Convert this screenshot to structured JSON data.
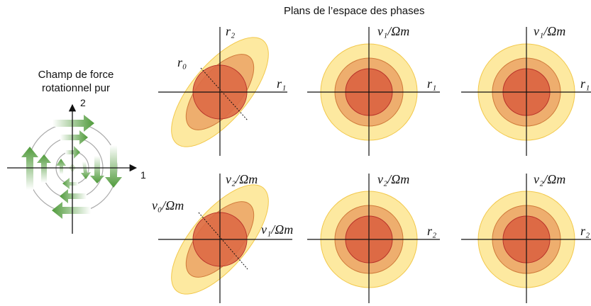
{
  "phase_space": {
    "title": "Plans de l’espace des phases"
  },
  "force_field": {
    "title_line1": "Champ de force",
    "title_line2": "rotationnel pur",
    "axis_x": "1",
    "axis_y": "2"
  },
  "panels": {
    "top_left": {
      "x_label": "r₁",
      "y_label": "r₂",
      "diag_label": "r₀"
    },
    "top_mid": {
      "x_label": "r₁",
      "y_label": "v₁/Ωm"
    },
    "top_right": {
      "x_label": "r₁",
      "y_label": "v₁/Ωm"
    },
    "bot_left": {
      "x_label": "v₁/Ωm",
      "y_label": "v₂/Ωm",
      "diag_label": "v₀/Ωm"
    },
    "bot_mid": {
      "x_label": "r₂",
      "y_label": "v₂/Ωm"
    },
    "bot_right": {
      "x_label": "r₂",
      "y_label": "v₂/Ωm"
    }
  },
  "colors": {
    "outer": "#fde9a0",
    "outer_stroke": "#f2c84b",
    "middle": "#eeae6e",
    "middle_stroke": "#cf7a3a",
    "inner": "#dd6a45",
    "inner_stroke": "#b8332a",
    "tilted_circle": "#dc7a78",
    "arrow_green": "#4f9a3a"
  }
}
